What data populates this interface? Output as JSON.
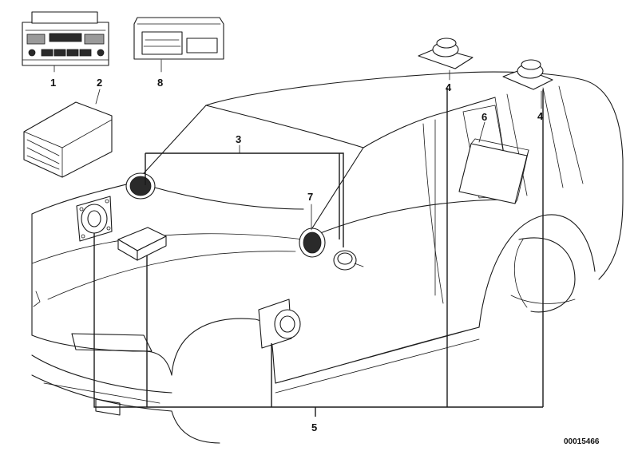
{
  "diagram": {
    "callouts": {
      "c1": "1",
      "c2": "2",
      "c3": "3",
      "c4a": "4",
      "c4b": "4",
      "c5": "5",
      "c6": "6",
      "c7": "7",
      "c8": "8"
    },
    "part_number": "00015466"
  }
}
